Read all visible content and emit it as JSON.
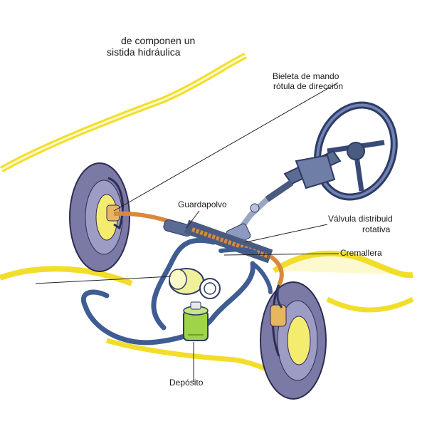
{
  "title": {
    "line1": "de componen un",
    "line2": "sistida hidráulica"
  },
  "labels": {
    "bieleta_line1": "Bieleta de mando",
    "bieleta_line2": "rótula de dirección",
    "guardapolvo": "Guardapolvo",
    "valvula_line1": "Válvula distribuid",
    "valvula_line2": "rotativa",
    "cremallera": "Cremallera",
    "deposito": "Depósito"
  },
  "colors": {
    "body_outline": "#f2de2a",
    "body_fill": "#fdf9cf",
    "steel_blue": "#4a5b80",
    "hose_blue": "#3f5d93",
    "tire": "#7b7aa6",
    "rim": "#f4ec6e",
    "copper": "#d9893e",
    "reservoir": "#9fd34a",
    "pump": "#f0ef9a"
  }
}
